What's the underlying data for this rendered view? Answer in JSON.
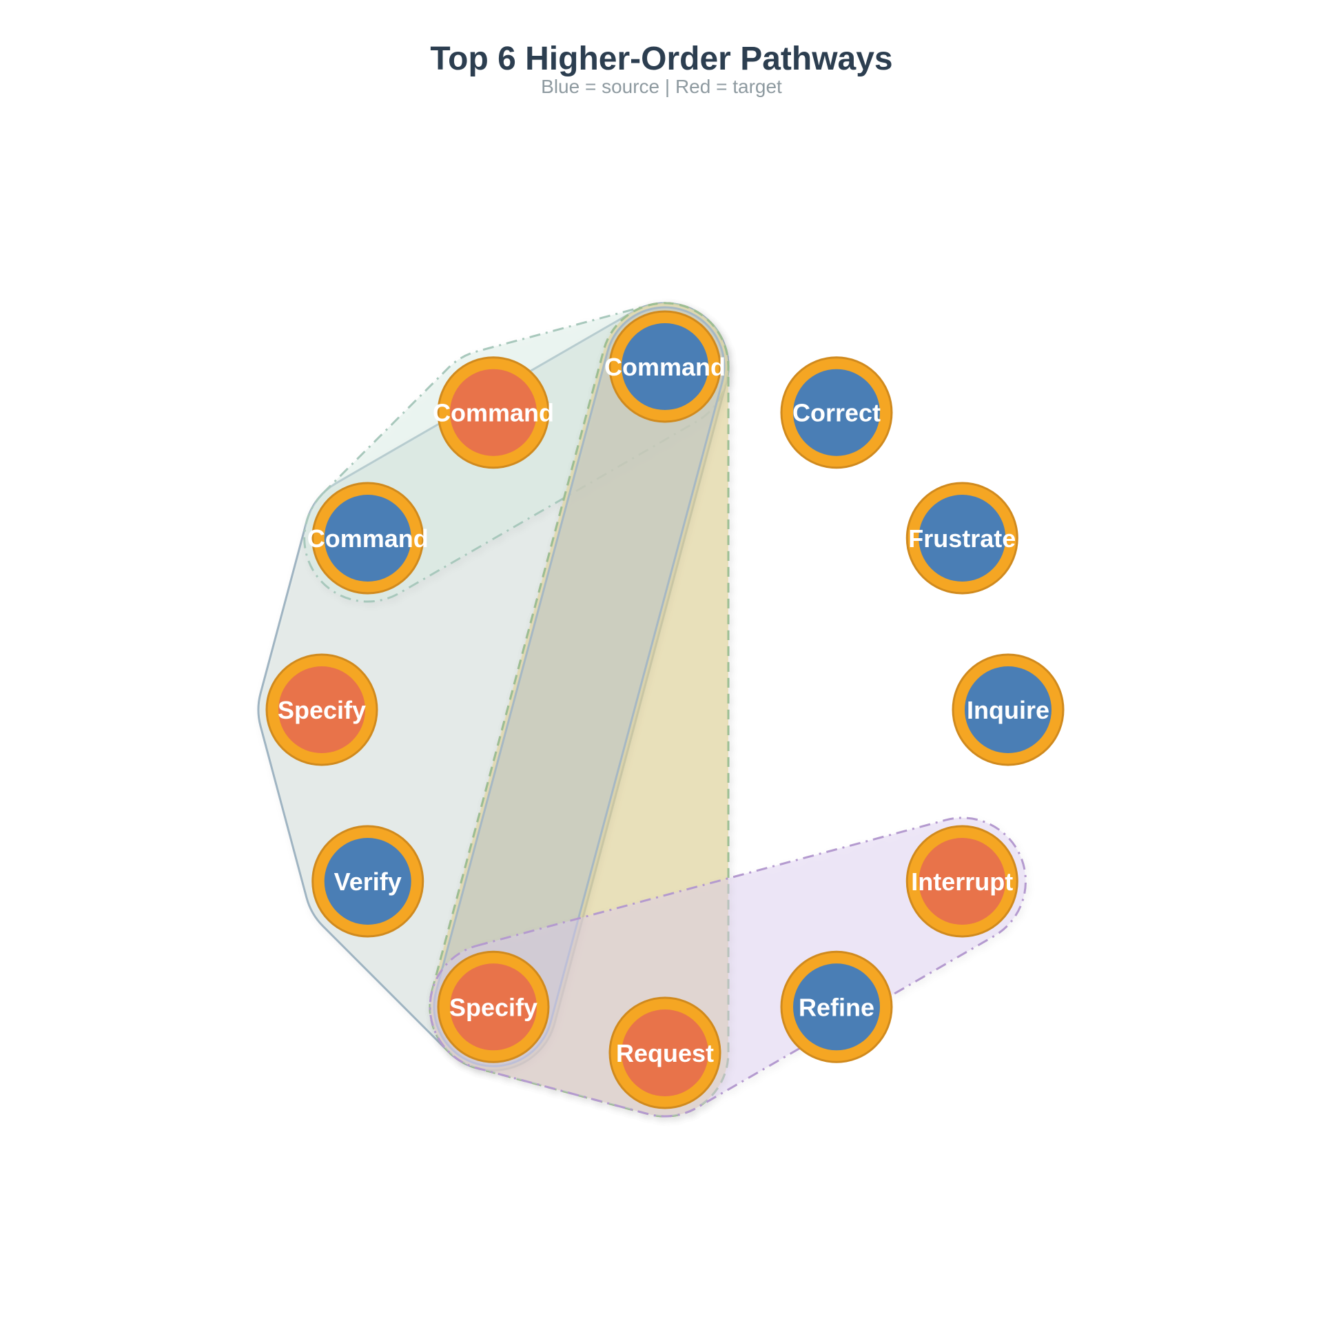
{
  "title": "Top 6 Higher-Order Pathways",
  "subtitle": "Blue = source  |  Red = target",
  "colors": {
    "source": "#4A7EB5",
    "target": "#E8734A",
    "ring": "#F5A623",
    "ring_stroke": "#D08A1E",
    "label": "#FFFFFF"
  },
  "nodes": [
    {
      "id": "n0",
      "label": "Command",
      "role": "source"
    },
    {
      "id": "n1",
      "label": "Correct",
      "role": "source"
    },
    {
      "id": "n2",
      "label": "Frustrate",
      "role": "source"
    },
    {
      "id": "n3",
      "label": "Inquire",
      "role": "source"
    },
    {
      "id": "n4",
      "label": "Interrupt",
      "role": "target"
    },
    {
      "id": "n5",
      "label": "Refine",
      "role": "source"
    },
    {
      "id": "n6",
      "label": "Request",
      "role": "target"
    },
    {
      "id": "n7",
      "label": "Specify",
      "role": "target"
    },
    {
      "id": "n8",
      "label": "Verify",
      "role": "source"
    },
    {
      "id": "n9",
      "label": "Specify",
      "role": "target"
    },
    {
      "id": "n10",
      "label": "Command",
      "role": "source"
    },
    {
      "id": "n11",
      "label": "Command",
      "role": "target"
    }
  ],
  "pathways": [
    {
      "name": "pathway-1",
      "members": [
        "n10",
        "n9",
        "n8",
        "n7",
        "n0"
      ],
      "fill": "#C9D6D2",
      "stroke": "#9FB4C2",
      "dash": "solid"
    },
    {
      "name": "pathway-2",
      "members": [
        "n0",
        "n11",
        "n10"
      ],
      "fill": "#D6EAE2",
      "stroke": "#A8C8BC",
      "dash": "dashdot"
    },
    {
      "name": "pathway-3",
      "members": [
        "n0",
        "n7",
        "n6"
      ],
      "fill": "#D9C7A8",
      "stroke": "#C9A07E",
      "dash": "dashed"
    },
    {
      "name": "pathway-4",
      "members": [
        "n0",
        "n7",
        "n6"
      ],
      "fill": "#E8E0A0",
      "stroke": "#9CBF94",
      "dash": "dashed"
    },
    {
      "name": "pathway-5",
      "members": [
        "n0",
        "n7"
      ],
      "fill": "#B8C4D0",
      "stroke": "#A6B8C4",
      "dash": "solid"
    },
    {
      "name": "pathway-6",
      "members": [
        "n4",
        "n6",
        "n7"
      ],
      "fill": "#DCCCF0",
      "stroke": "#B49ACF",
      "dash": "dashdot"
    }
  ]
}
